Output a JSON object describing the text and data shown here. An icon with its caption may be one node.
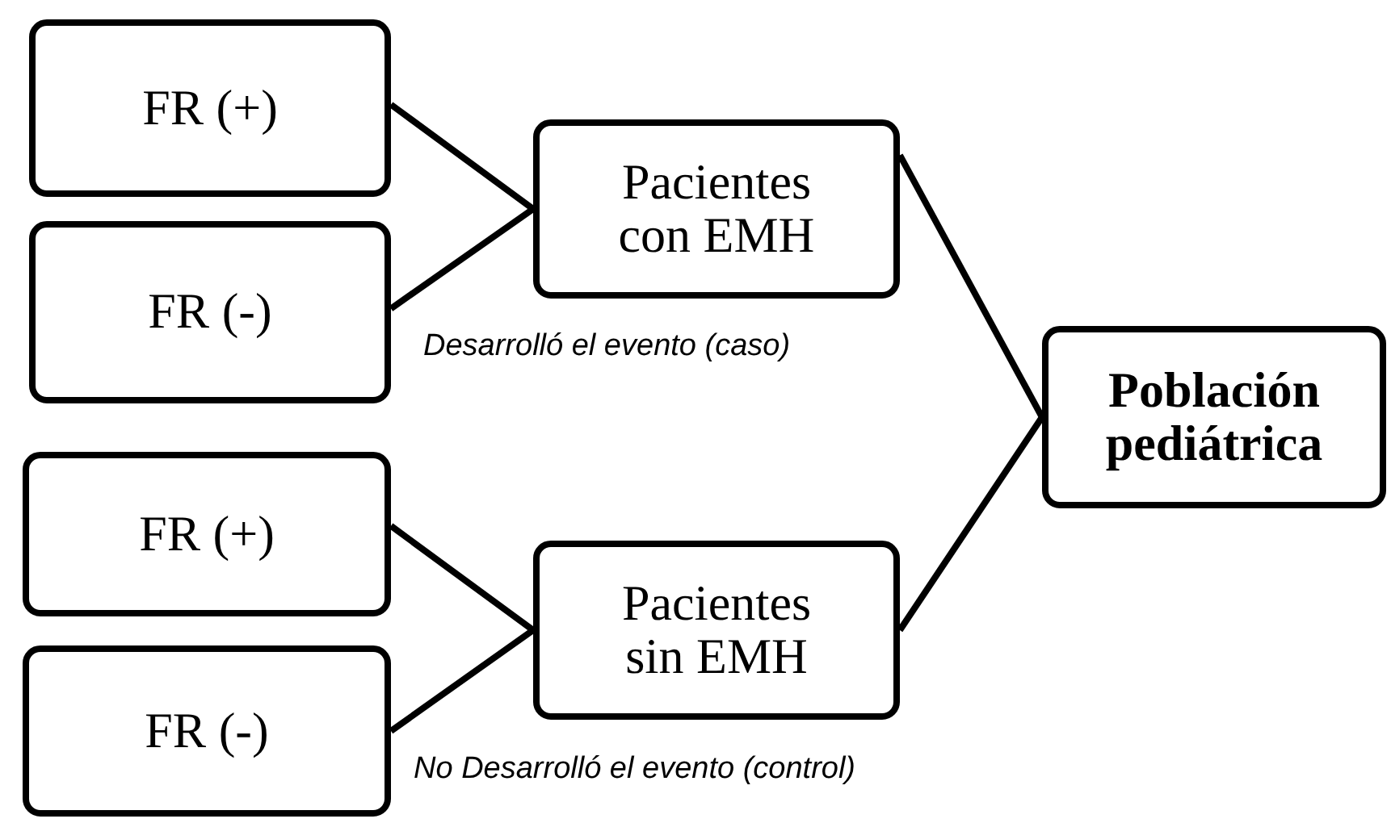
{
  "diagram": {
    "nodes": [
      {
        "text": [
          "FR (+)"
        ]
      },
      {
        "text": [
          "FR (-)"
        ]
      },
      {
        "text": [
          "Pacientes con EMH"
        ],
        "beside": [
          "Desarrolló el evento (caso)"
        ]
      },
      {
        "text": [
          "Población pediátrica"
        ]
      },
      {
        "text": [
          "FR (+)"
        ]
      },
      {
        "text": [
          "FR (-)"
        ]
      },
      {
        "text": [
          "Pacientes sin EMH"
        ],
        "beside": [
          "No Desarrolló el evento (control)"
        ]
      }
    ],
    "edges": [
      {
        "from": 0,
        "to": 2,
        "arrow": "none"
      },
      {
        "from": 1,
        "to": 2,
        "arrow": "none"
      },
      {
        "from": 2,
        "to": 3,
        "arrow": "none"
      },
      {
        "from": 6,
        "to": 3,
        "arrow": "none"
      },
      {
        "from": 4,
        "to": 6,
        "arrow": "none"
      },
      {
        "from": 5,
        "to": 6,
        "arrow": "none"
      }
    ]
  }
}
